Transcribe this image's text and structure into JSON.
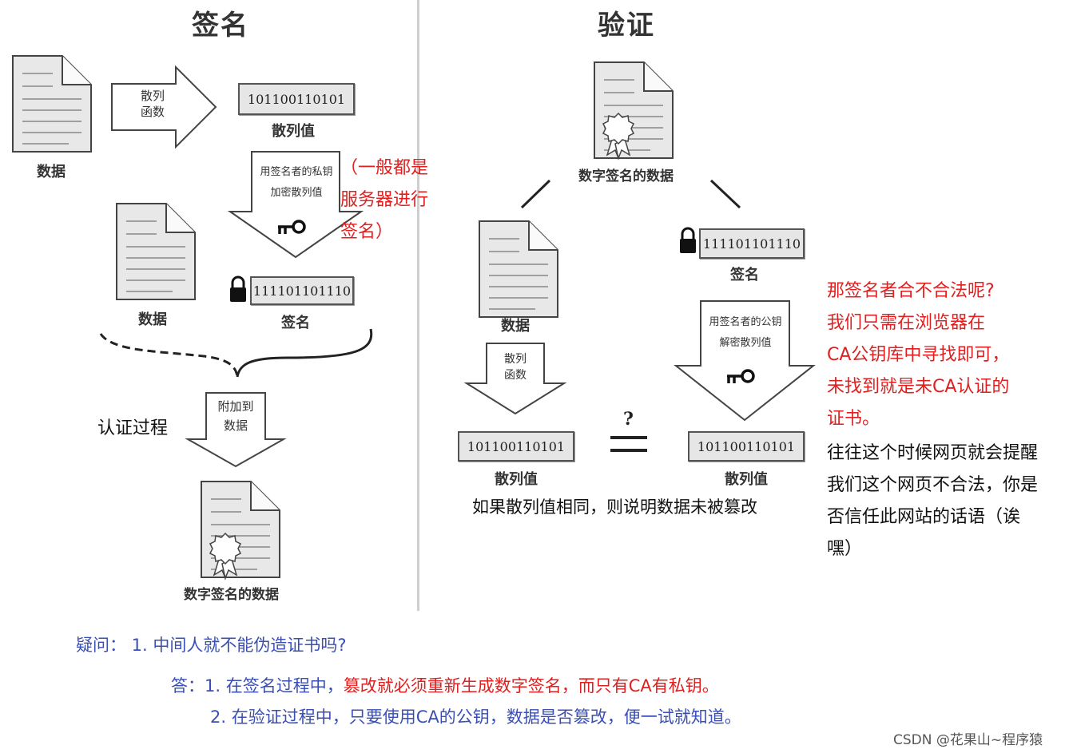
{
  "sign": {
    "title": "签名",
    "data_label": "数据",
    "hash_func": [
      "散列",
      "函数"
    ],
    "hash_value": "101100110101",
    "hash_value_label": "散列值",
    "encrypt_text": [
      "用签名者的私钥",
      "加密散列值"
    ],
    "data_label_2": "数据",
    "signature_value": "111101101110",
    "signature_label": "签名",
    "attach_text": [
      "附加到",
      "数据"
    ],
    "auth_process": "认证过程",
    "signed_data_label": "数字签名的数据",
    "server_note": [
      "（一般都是",
      "服务器进行",
      "签名）"
    ]
  },
  "verify": {
    "title": "验证",
    "signed_data_label": "数字签名的数据",
    "data_label": "数据",
    "signature_value": "111101101110",
    "signature_label": "签名",
    "hash_func": [
      "散列",
      "函数"
    ],
    "decrypt_text": [
      "用签名者的公钥",
      "解密散列值"
    ],
    "hash_value_left": "101100110101",
    "hash_value_right": "101100110101",
    "hash_value_label_left": "散列值",
    "hash_value_label_right": "散列值",
    "question_mark": "?",
    "conclusion": "如果散列值相同，则说明数据未被篡改",
    "red_note": [
      "那签名者合不合法呢?",
      "我们只需在浏览器在",
      "CA公钥库中寻找即可，",
      "未找到就是未CA认证的",
      "证书。"
    ],
    "black_note": [
      "往往这个时候网页就会提醒",
      "我们这个网页不合法，你是",
      "否信任此网站的话语（诶",
      "嘿）"
    ]
  },
  "qa": {
    "question": "疑问：  1.  中间人就不能伪造证书吗?",
    "answer1_prefix": "答：1. 在签名过程中，",
    "answer1_red": "篡改就必须重新生成数字签名，而只有CA有私钥。",
    "answer2": "2. 在验证过程中，只要使用CA的公钥，数据是否篡改，便一试就知道。"
  },
  "watermark": "CSDN @花果山~程序猿",
  "colors": {
    "red": "#e02020",
    "blue": "#3a4fb5",
    "box_fill": "#e6e6e6"
  }
}
